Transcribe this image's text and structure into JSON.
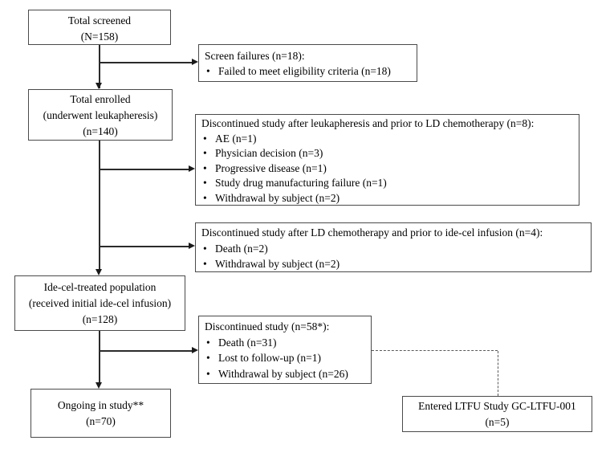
{
  "chars": {
    "bullet": "•"
  },
  "colors": {
    "background": "#ffffff",
    "text": "#000000",
    "box_border": "#4a4a4a",
    "connector": "#2b2b2b"
  },
  "boxes": {
    "total_screened": {
      "lines": [
        "Total screened",
        "(N=158)"
      ]
    },
    "screen_failures": {
      "title": "Screen failures (n=18):",
      "bullets": [
        "Failed to meet eligibility criteria (n=18)"
      ]
    },
    "total_enrolled": {
      "lines": [
        "Total enrolled",
        "(underwent leukapheresis)",
        "(n=140)"
      ]
    },
    "disc_leukapheresis": {
      "title": "Discontinued study after leukapheresis and prior to LD chemotherapy (n=8):",
      "bullets": [
        "AE (n=1)",
        "Physician decision (n=3)",
        "Progressive disease (n=1)",
        "Study drug manufacturing failure (n=1)",
        "Withdrawal by subject (n=2)"
      ]
    },
    "disc_ld_chemo": {
      "title": "Discontinued study after LD chemotherapy and prior to ide-cel infusion (n=4):",
      "bullets": [
        "Death (n=2)",
        "Withdrawal by subject (n=2)"
      ]
    },
    "ide_cel_treated": {
      "lines": [
        "Ide-cel-treated population",
        "(received initial ide-cel infusion)",
        "(n=128)"
      ]
    },
    "disc_study": {
      "title": "Discontinued study (n=58*):",
      "bullets": [
        "Death (n=31)",
        "Lost to follow-up (n=1)",
        "Withdrawal by subject (n=26)"
      ]
    },
    "ongoing": {
      "lines": [
        "Ongoing in study**",
        "(n=70)"
      ]
    },
    "entered_ltfu": {
      "lines": [
        "Entered LTFU Study GC-LTFU-001",
        "(n=5)"
      ]
    }
  }
}
